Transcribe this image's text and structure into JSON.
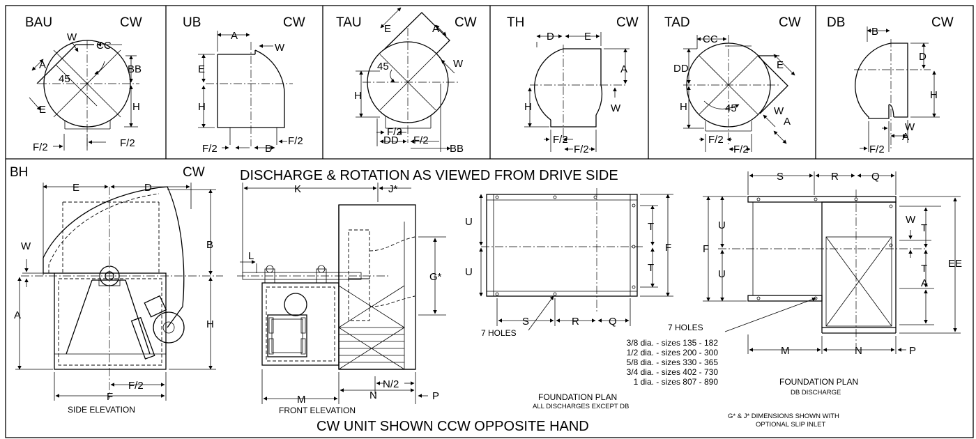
{
  "header_boxes": [
    {
      "code": "BAU",
      "rot": "CW",
      "dims": [
        "W",
        "CC",
        "A",
        "BB",
        "45",
        "H",
        "E",
        "F/2",
        "F/2"
      ]
    },
    {
      "code": "UB",
      "rot": "CW",
      "dims": [
        "A",
        "W",
        "E",
        "H",
        "F/2",
        "B",
        "F/2"
      ]
    },
    {
      "code": "TAU",
      "rot": "CW",
      "dims": [
        "E",
        "A",
        "45",
        "W",
        "H",
        "F/2",
        "DD",
        "F/2",
        "BB"
      ]
    },
    {
      "code": "TH",
      "rot": "CW",
      "dims": [
        "D",
        "E",
        "A",
        "H",
        "W",
        "F/2",
        "F/2"
      ]
    },
    {
      "code": "TAD",
      "rot": "CW",
      "dims": [
        "CC",
        "DD",
        "E",
        "H",
        "45",
        "W",
        "A",
        "F/2",
        "F/2"
      ]
    },
    {
      "code": "DB",
      "rot": "CW",
      "dims": [
        "B",
        "D",
        "H",
        "W",
        "A",
        "F/2"
      ]
    }
  ],
  "bh": {
    "code": "BH",
    "rot": "CW"
  },
  "headline": "DISCHARGE & ROTATION AS VIEWED FROM DRIVE SIDE",
  "side_elevation": {
    "caption": "SIDE ELEVATION",
    "dims": [
      "E",
      "D",
      "B",
      "W",
      "A",
      "H",
      "F",
      "F/2"
    ]
  },
  "front_elevation": {
    "caption": "FRONT ELEVATION",
    "dims": [
      "K",
      "J*",
      "L",
      "G*",
      "M",
      "N",
      "N/2",
      "P"
    ]
  },
  "foundation_std": {
    "caption": "FOUNDATION PLAN",
    "subcaption": "ALL DISCHARGES EXCEPT DB",
    "holes_label": "7 HOLES",
    "dims": [
      "U",
      "U",
      "T",
      "T",
      "F",
      "S",
      "R",
      "Q"
    ]
  },
  "foundation_db": {
    "caption": "FOUNDATION PLAN",
    "subcaption": "DB DISCHARGE",
    "holes_label": "7 HOLES",
    "dims": [
      "S",
      "R",
      "Q",
      "U",
      "U",
      "F",
      "W",
      "T",
      "T",
      "EE",
      "A",
      "M",
      "N",
      "P"
    ]
  },
  "hole_sizes": [
    "3/8 dia. - sizes 135 - 182",
    "1/2 dia. - sizes 200 - 300",
    "5/8 dia. - sizes 330 - 365",
    "3/4 dia. - sizes 402 - 730",
    "1 dia. - sizes 807 - 890"
  ],
  "optional_note": [
    "G* & J* DIMENSIONS SHOWN WITH",
    "OPTIONAL SLIP INLET"
  ],
  "footer": "CW UNIT SHOWN CCW OPPOSITE HAND"
}
